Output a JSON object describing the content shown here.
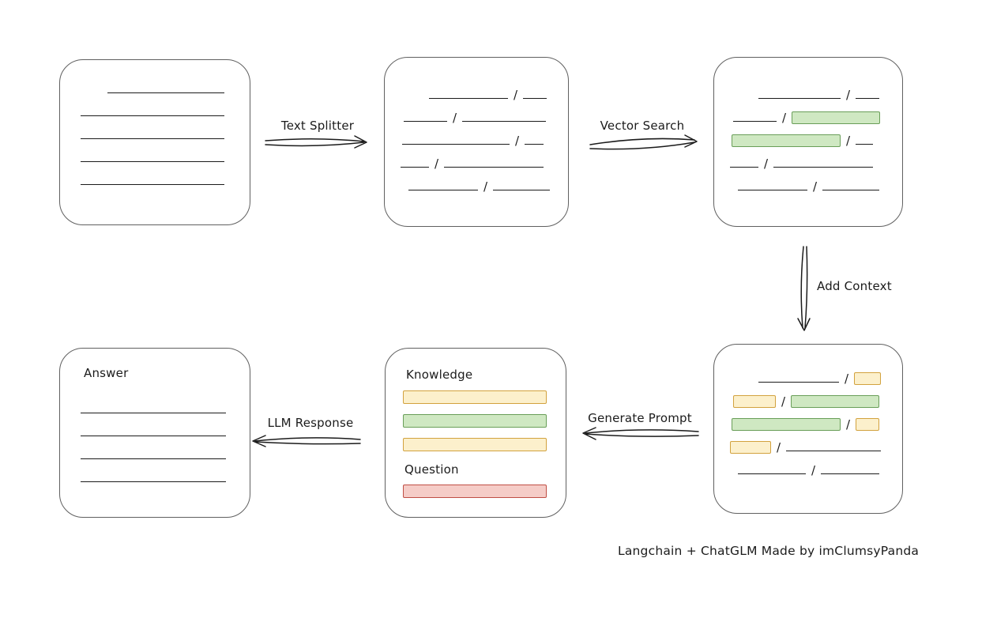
{
  "diagram": {
    "separator": "/",
    "caption": "Langchain + ChatGLM Made by imClumsyPanda",
    "labels": {
      "text_splitter": "Text Splitter",
      "vector_search": "Vector Search",
      "add_context": "Add Context",
      "generate_prompt": "Generate Prompt",
      "llm_response": "LLM Response"
    },
    "prompt_box": {
      "knowledge_label": "Knowledge",
      "question_label": "Question"
    },
    "answer_box": {
      "label": "Answer"
    },
    "colors": {
      "green_fill": "#cfe8c2",
      "green_border": "#699e58",
      "yellow_fill": "#fcf0cc",
      "yellow_border": "#d2a23e",
      "red_fill": "#f5ccc7",
      "red_border": "#bf4e44",
      "ink": "#1b1b1b",
      "box_border": "#606060"
    }
  }
}
